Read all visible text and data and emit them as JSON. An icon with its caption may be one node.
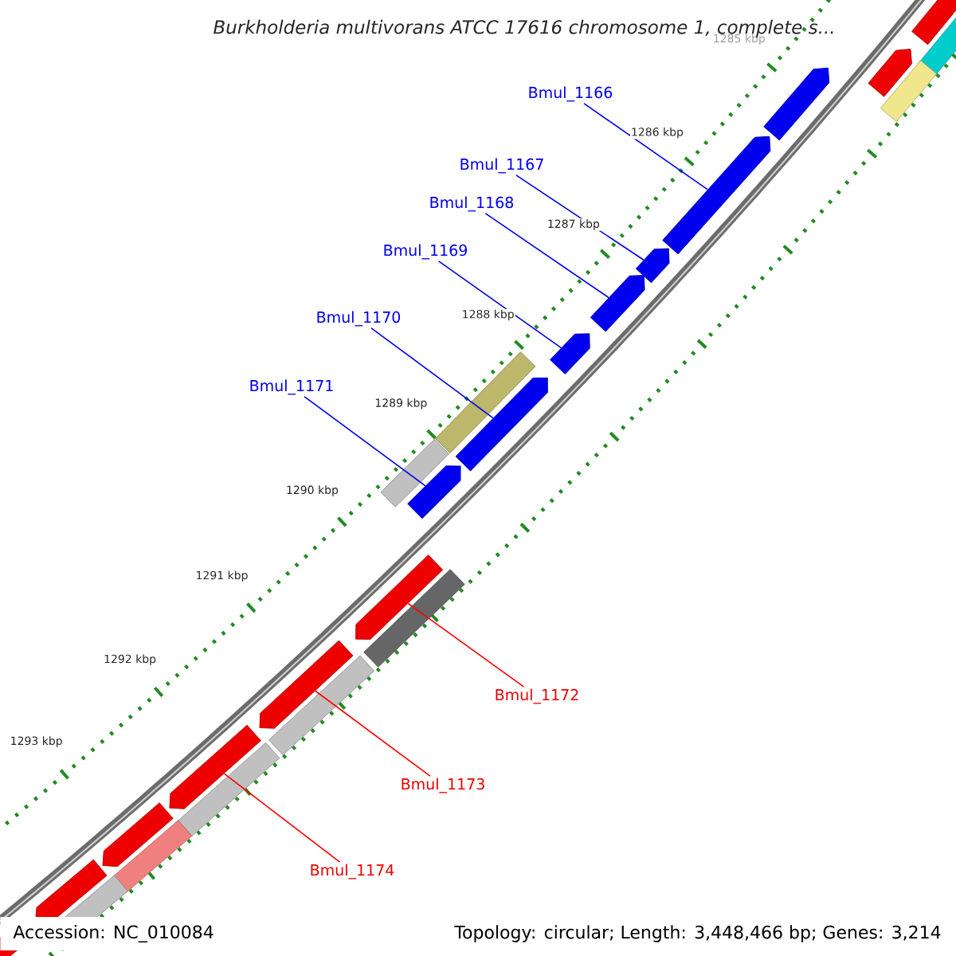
{
  "diagram": {
    "title": "Burkholderia multivorans ATCC 17616 chromosome 1, complete s...",
    "nodes": [
      {
        "text": [
          "Bmul_1166"
        ]
      },
      {
        "text": [
          "Bmul_1167"
        ]
      },
      {
        "text": [
          "Bmul_1168"
        ]
      },
      {
        "text": [
          "Bmul_1169"
        ]
      },
      {
        "text": [
          "Bmul_1170"
        ]
      },
      {
        "text": [
          "Bmul_1171"
        ]
      },
      {
        "text": [
          "Bmul_1172"
        ]
      },
      {
        "text": [
          "Bmul_1173"
        ]
      },
      {
        "text": [
          "Bmul_1174"
        ]
      },
      {
        "text": [],
        "shape": "pentagon"
      },
      {
        "text": [],
        "shape": "pentagon"
      },
      {
        "text": [],
        "shape": "pentagon"
      },
      {
        "text": [],
        "shape": "pentagon"
      },
      {
        "text": [],
        "shape": "pentagon"
      },
      {
        "text": [],
        "shape": "pentagon"
      },
      {
        "text": [],
        "shape": "pentagon"
      },
      {
        "text": [],
        "shape": "pentagon"
      },
      {
        "text": [],
        "shape": "pentagon"
      }
    ],
    "edges": [
      {
        "from": 0,
        "to": 9,
        "arrow": "none"
      },
      {
        "from": 1,
        "to": 10,
        "arrow": "none"
      },
      {
        "from": 2,
        "to": 11,
        "arrow": "none"
      },
      {
        "from": 3,
        "to": 12,
        "arrow": "none"
      },
      {
        "from": 4,
        "to": 13,
        "arrow": "none"
      },
      {
        "from": 5,
        "to": 14,
        "arrow": "none"
      },
      {
        "from": 6,
        "to": 15,
        "arrow": "none",
        "color": "#ff0000"
      },
      {
        "from": 7,
        "to": 16,
        "arrow": "none",
        "color": "#ff0000"
      },
      {
        "from": 8,
        "to": 17,
        "arrow": "none",
        "color": "#ff0000"
      }
    ],
    "labels": [
      "1285 kbp",
      "1286 kbp",
      "1287 kbp",
      "1288 kbp",
      "1289 kbp",
      "1290 kbp",
      "1291 kbp",
      "1292 kbp",
      "1293 kbp",
      "Accession: NC_010084",
      "Topology: circular; Length: 3,448,466 bp; Genes: 3,214"
    ]
  }
}
